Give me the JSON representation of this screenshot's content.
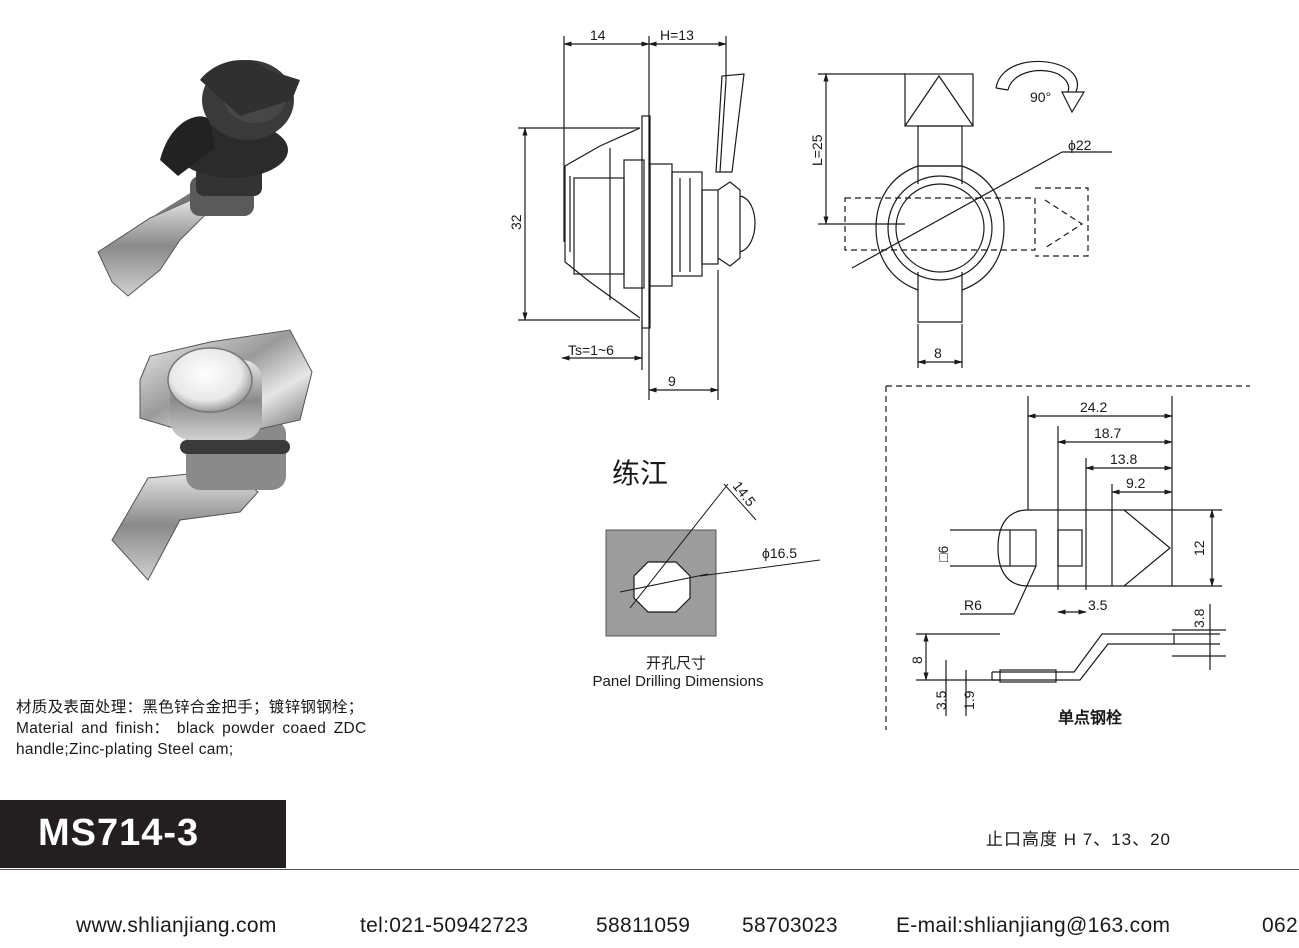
{
  "model": "MS714-3",
  "material": {
    "cn": "材质及表面处理：黑色锌合金把手；镀锌钢钢栓；",
    "en_line1": "Material  and  finish：  black  powder  coaed  ZDC",
    "en_line2": "handle;Zinc-plating Steel cam;"
  },
  "height_options": "止口高度  H    7、13、20",
  "footer": {
    "website": "www.shlianjiang.com",
    "tel": "tel:021-50942723",
    "phone2": "58811059",
    "phone3": "58703023",
    "email": "E-mail:shlianjiang@163.com",
    "cut": "062"
  },
  "drilling": {
    "brand": "练江",
    "cn": "开孔尺寸",
    "en": "Panel Drilling Dimensions",
    "dim_diagonal": "14.5",
    "dim_diameter": "ϕ16.5"
  },
  "side_view": {
    "dim_14": "14",
    "dim_h": "H=13",
    "dim_32": "32",
    "dim_ts": "Ts=1~6",
    "dim_9": "9"
  },
  "front_view": {
    "dim_l": "L=25",
    "dim_diameter": "ϕ22",
    "rotation": "90°",
    "dim_8": "8"
  },
  "cam": {
    "title": "单点钢栓",
    "dim_24_2": "24.2",
    "dim_18_7": "18.7",
    "dim_13_8": "13.8",
    "dim_9_2": "9.2",
    "dim_12": "12",
    "dim_sq6": "□6",
    "dim_r6": "R6",
    "dim_3_5": "3.5",
    "dim_3_8": "3.8",
    "dim_8": "8",
    "dim_3_5b": "3.5",
    "dim_1_9": "1.9"
  },
  "colors": {
    "model_bg": "#231f20",
    "panel_fill": "#9c9c9c",
    "handle_black": "#2b2b2b"
  }
}
